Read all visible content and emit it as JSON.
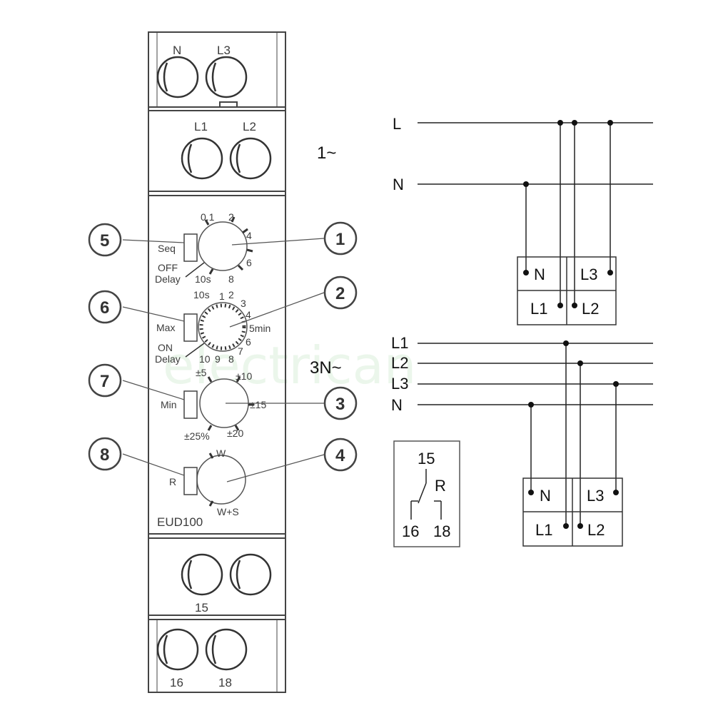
{
  "watermark": "electrican",
  "device": {
    "model": "EUD100",
    "top_terminals": [
      "N",
      "L3",
      "L1",
      "L2"
    ],
    "bottom_terminals": [
      "15",
      "16",
      "18"
    ],
    "dial1": {
      "switch_label": "Seq",
      "scale": [
        "0.1",
        "2",
        "4",
        "6",
        "8",
        "10s"
      ],
      "caption": [
        "OFF",
        "Delay"
      ]
    },
    "dial2": {
      "switch_label": "Max",
      "scale": [
        "10s",
        "1",
        "2",
        "3",
        "4",
        "5min",
        "6",
        "7",
        "8",
        "9",
        "10"
      ],
      "caption": [
        "ON",
        "Delay"
      ]
    },
    "dial3": {
      "switch_label": "Min",
      "scale": [
        "±5",
        "±10",
        "±15",
        "±20",
        "±25%"
      ]
    },
    "dial4": {
      "switch_label": "R",
      "scale": [
        "W",
        "W+S"
      ]
    }
  },
  "callouts": [
    "1",
    "2",
    "3",
    "4",
    "5",
    "6",
    "7",
    "8"
  ],
  "wiring": {
    "single_phase": {
      "label": "1~",
      "lines": [
        "L",
        "N"
      ],
      "block": [
        "N",
        "L3",
        "L1",
        "L2"
      ]
    },
    "three_phase": {
      "label": "3N~",
      "lines": [
        "L1",
        "L2",
        "L3",
        "N"
      ],
      "block": [
        "N",
        "L3",
        "L1",
        "L2"
      ]
    }
  },
  "relay_symbol": {
    "common": "15",
    "label": "R",
    "nc": "16",
    "no": "18"
  }
}
